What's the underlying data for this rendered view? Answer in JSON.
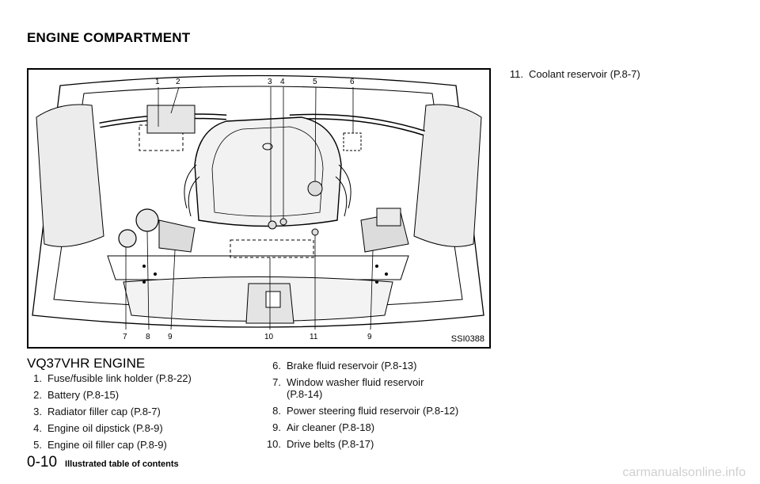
{
  "header": {
    "title": "ENGINE COMPARTMENT"
  },
  "figure": {
    "code": "SSI0388",
    "callouts_top": [
      "1",
      "2",
      "3",
      "4",
      "5",
      "6"
    ],
    "callouts_bottom": [
      "7",
      "8",
      "9",
      "10",
      "11",
      "9"
    ]
  },
  "section": {
    "title": "VQ37VHR ENGINE"
  },
  "items_left": [
    {
      "num": "1.",
      "text": "Fuse/fusible link holder (P.8-22)"
    },
    {
      "num": "2.",
      "text": "Battery (P.8-15)"
    },
    {
      "num": "3.",
      "text": "Radiator filler cap (P.8-7)"
    },
    {
      "num": "4.",
      "text": "Engine oil dipstick (P.8-9)"
    },
    {
      "num": "5.",
      "text": "Engine oil filler cap (P.8-9)"
    }
  ],
  "items_mid": [
    {
      "num": "6.",
      "text": "Brake fluid reservoir (P.8-13)"
    },
    {
      "num": "7.",
      "text": "Window washer fluid reservoir",
      "text2": "(P.8-14)"
    },
    {
      "num": "8.",
      "text": "Power steering fluid reservoir (P.8-12)"
    },
    {
      "num": "9.",
      "text": "Air cleaner (P.8-18)"
    },
    {
      "num": "10.",
      "text": "Drive belts (P.8-17)"
    }
  ],
  "items_right": [
    {
      "num": "11.",
      "text": "Coolant reservoir (P.8-7)"
    }
  ],
  "footer": {
    "page": "0-10",
    "title": "Illustrated table of contents"
  },
  "watermark": "carmanualsonline.info"
}
